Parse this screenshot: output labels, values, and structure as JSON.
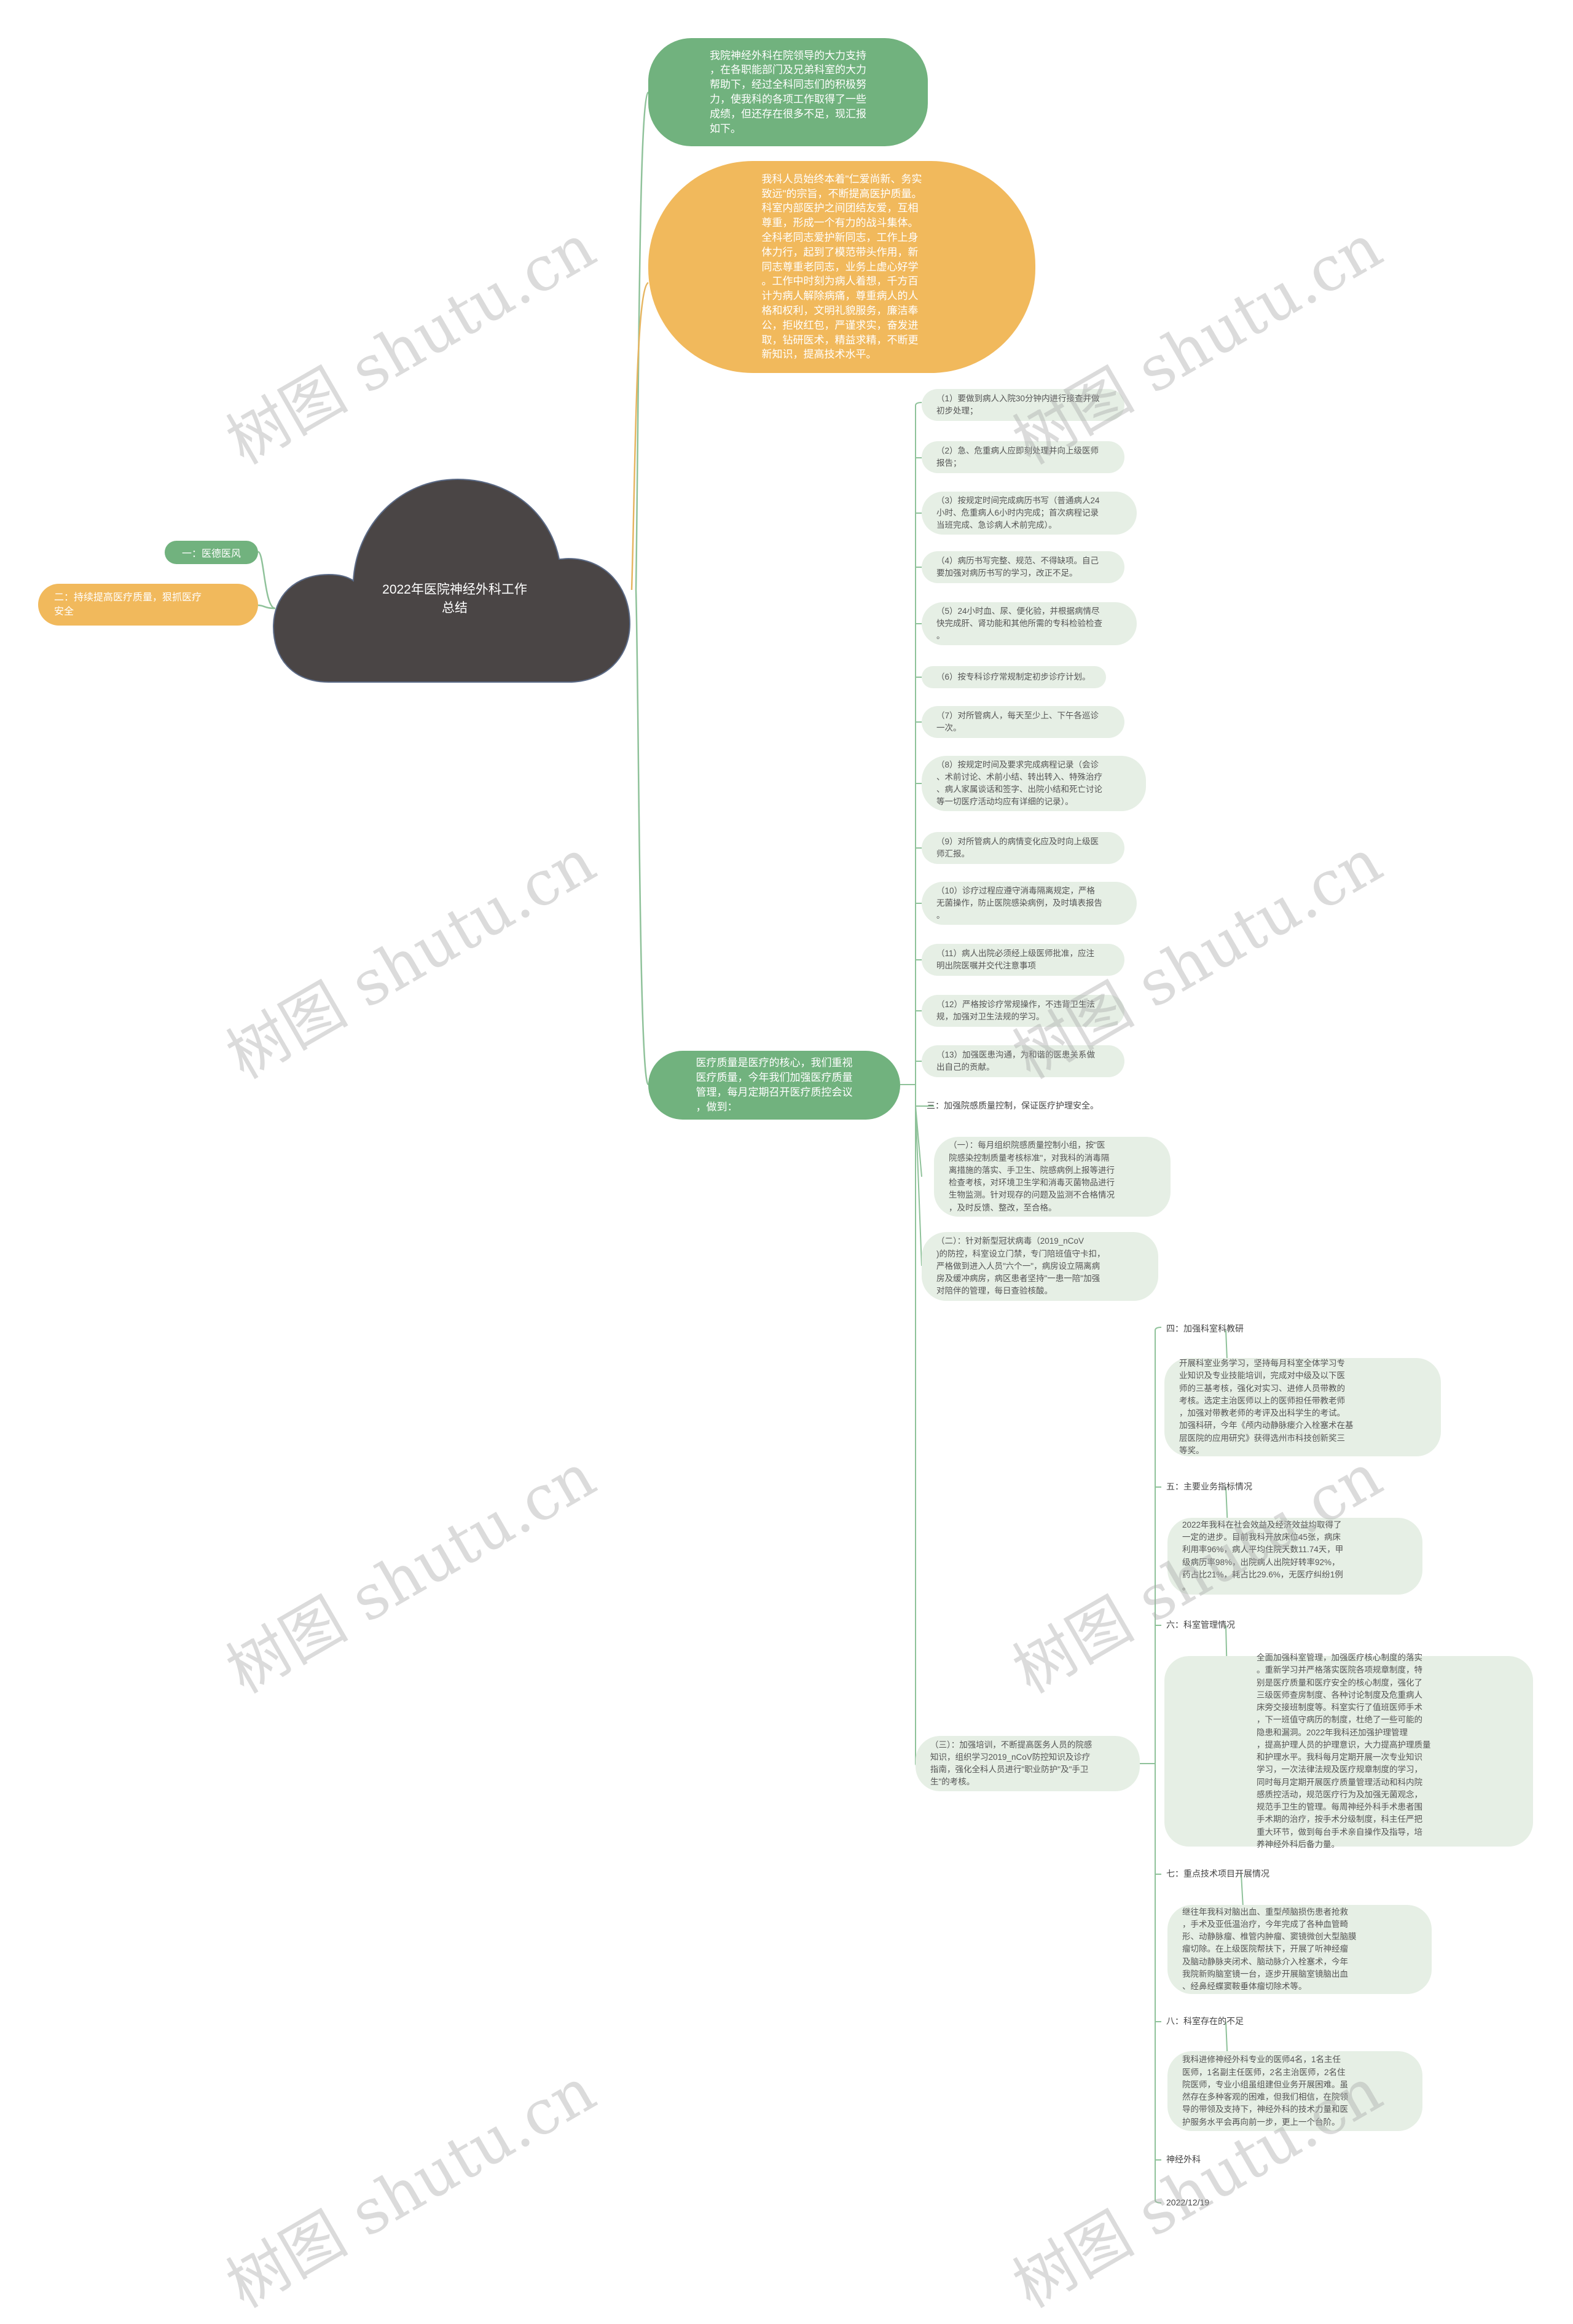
{
  "root": {
    "title": "2022年医院神经外科工作\n总结"
  },
  "left": [
    {
      "text": "一：医德医风"
    },
    {
      "text": "二：持续提高医疗质量，狠抓医疗\n安全"
    }
  ],
  "right_top": [
    {
      "text": "我院神经外科在院领导的大力支持\n，在各职能部门及兄弟科室的大力\n帮助下，经过全科同志们的积极努\n力，使我科的各项工作取得了一些\n成绩，但还存在很多不足，现汇报\n如下。"
    },
    {
      "text": "我科人员始终本着\"仁爱尚新、务实\n致远\"的宗旨，不断提高医护质量。\n科室内部医护之间团结友爱，互相\n尊重，形成一个有力的战斗集体。\n全科老同志爱护新同志，工作上身\n体力行，起到了模范带头作用，新\n同志尊重老同志，业务上虚心好学\n。工作中时刻为病人着想，千方百\n计为病人解除病痛，尊重病人的人\n格和权利，文明礼貌服务，廉洁奉\n公，拒收红包，严谨求实，奋发进\n取，钻研医术，精益求精，不断更\n新知识，提高技术水平。"
    },
    {
      "text": "医疗质量是医疗的核心，我们重视\n医疗质量，今年我们加强医疗质量\n管理，每月定期召开医疗质控会议\n，做到："
    }
  ],
  "quality_items": [
    {
      "text": "（1）要做到病人入院30分钟内进行接查并做\n初步处理；"
    },
    {
      "text": "（2）急、危重病人应即刻处理并向上级医师\n报告；"
    },
    {
      "text": "（3）按规定时间完成病历书写（普通病人24\n小时、危重病人6小时内完成；首次病程记录\n当班完成、急诊病人术前完成）。"
    },
    {
      "text": "（4）病历书写完整、规范、不得缺项。自己\n要加强对病历书写的学习，改正不足。"
    },
    {
      "text": "（5）24小时血、尿、便化验，并根据病情尽\n快完成肝、肾功能和其他所需的专科检验检查\n。"
    },
    {
      "text": "（6）按专科诊疗常规制定初步诊疗计划。"
    },
    {
      "text": "（7）对所管病人，每天至少上、下午各巡诊\n一次。"
    },
    {
      "text": "（8）按规定时间及要求完成病程记录（会诊\n、术前讨论、术前小结、转出转入、特殊治疗\n、病人家属谈话和签字、出院小结和死亡讨论\n等一切医疗活动均应有详细的记录）。"
    },
    {
      "text": "（9）对所管病人的病情变化应及时向上级医\n师汇报。"
    },
    {
      "text": "（10）诊疗过程应遵守消毒隔离规定，严格\n无菌操作，防止医院感染病例，及时填表报告\n。"
    },
    {
      "text": "（11）病人出院必须经上级医师批准，应注\n明出院医嘱并交代注意事项"
    },
    {
      "text": "（12）严格按诊疗常规操作，不违背卫生法\n规，加强对卫生法规的学习。"
    },
    {
      "text": "（13）加强医患沟通，为和谐的医患关系做\n出自己的贡献。"
    },
    {
      "text": "三：加强院感质量控制，保证医疗护理安全。"
    },
    {
      "text": "（一）：每月组织院感质量控制小组，按\"医\n院感染控制质量考核标准\"，对我科的消毒隔\n离措施的落实、手卫生、院感病例上报等进行\n检查考核，对环境卫生学和消毒灭菌物品进行\n生物监测。针对现存的问题及监测不合格情况\n，及时反馈、整改，至合格。"
    },
    {
      "text": "（二）：针对新型冠状病毒（2019_nCoV\n)的防控，科室设立门禁，专门陪班值守卡扣，\n严格做到进入人员\"六个一\"，病房设立隔离病\n房及缓冲病房，病区患者坚持\"一患一陪\"加强\n对陪伴的管理，每日查验核酸。"
    },
    {
      "text": "（三）：加强培训，不断提高医务人员的院感\n知识，组织学习2019_nCoV防控知识及诊疗\n指南，强化全科人员进行\"职业防护\"及\"手卫\n生\"的考核。"
    }
  ],
  "sections": [
    {
      "title": "四：加强科室科教研",
      "body": "开展科室业务学习，坚持每月科室全体学习专\n业知识及专业技能培训，完成对中级及以下医\n师的三基考核，强化对实习、进修人员带教的\n考核。选定主治医师以上的医师担任带教老师\n，加强对带教老师的考评及出科学生的考试。\n加强科研，今年《颅内动静脉瘘介入栓塞术在基\n层医院的应用研究》获得选州市科技创新奖三\n等奖。"
    },
    {
      "title": "五：主要业务指标情况",
      "body": "2022年我科在社会效益及经济效益均取得了\n一定的进步。目前我科开放床位45张，病床\n利用率96%，病人平均住院天数11.74天，甲\n级病历率98%，出院病人出院好转率92%，\n药占比21%，耗占比29.6%，无医疗纠纷1例\n。"
    },
    {
      "title": "六：科室管理情况",
      "body": "全面加强科室管理，加强医疗核心制度的落实\n。重新学习并严格落实医院各项规章制度，特\n别是医疗质量和医疗安全的核心制度，强化了\n三级医师查房制度、各种讨论制度及危重病人\n床旁交接班制度等。科室实行了值班医师手术\n，下一班值守病历的制度，杜绝了一些可能的\n隐患和漏洞。2022年我科还加强护理管理\n，提高护理人员的护理意识，大力提高护理质量\n和护理水平。我科每月定期开展一次专业知识\n学习，一次法律法规及医疗规章制度的学习，\n同时每月定期开展医疗质量管理活动和科内院\n感质控活动，规范医疗行为及加强无菌观念，\n规范手卫生的管理。每周神经外科手术患者围\n手术期的治疗，按手术分级制度，科主任严把\n重大环节，做到每台手术亲自操作及指导，培\n养神经外科后备力量。"
    },
    {
      "title": "七：重点技术项目开展情况",
      "body": "继往年我科对脑出血、重型颅脑损伤患者抢救\n，手术及亚低温治疗，今年完成了各种血管畸\n形、动静脉瘤、椎管内肿瘤、窦镜微创大型脑膜\n瘤切除。在上级医院帮扶下，开展了听神经瘤\n及脑动静脉夹闭术、脑动脉介入栓塞术，今年\n我院新购脑室镜一台，逐步开展脑室镜脑出血\n、经鼻经蝶窦鞍垂体瘤切除术等。"
    },
    {
      "title": "八：科室存在的不足",
      "body": "我科进修神经外科专业的医师4名，1名主任\n医师，1名副主任医师，2名主治医师，2名住\n院医师，专业小组虽组建但业务开展困难。虽\n然存在多种客观的困难，但我们相信，在院领\n导的带领及支持下，神经外科的技术力量和医\n护服务水平会再向前一步，更上一个台阶。"
    }
  ],
  "footer": {
    "dept": "神经外科",
    "date": "2022/12/19"
  },
  "watermark": "树图 shutu.cn",
  "colors": {
    "root": "#4a4545",
    "green": "#71b27e",
    "orange": "#f1b95c",
    "leaf": "#e6efe5",
    "line": "#8fc29a",
    "orange_line": "#e6b560"
  }
}
